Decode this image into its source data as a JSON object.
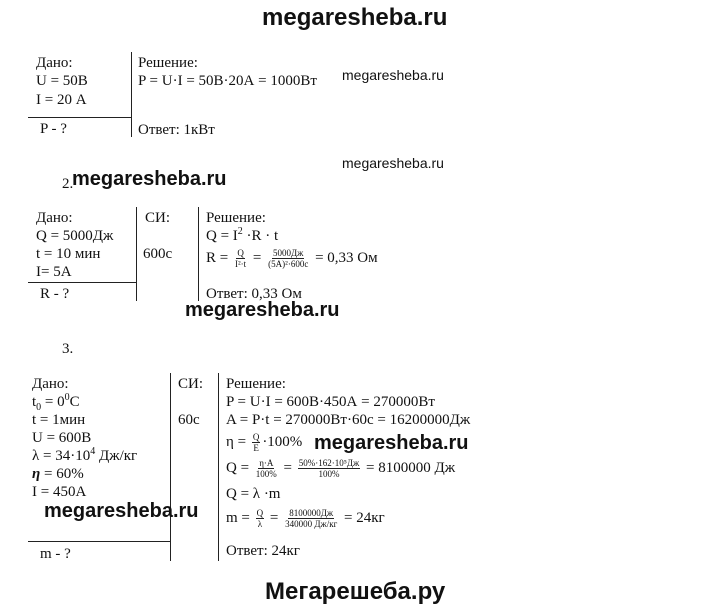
{
  "watermarks": {
    "top": "megaresheba.ru",
    "small": "megaresheba.ru",
    "bottom": "Мегарешеба.ру"
  },
  "p1": {
    "given_title": "Дано:",
    "given": [
      "U = 50В",
      "I = 20 А"
    ],
    "find": "P - ?",
    "solution_title": "Решение:",
    "solution": "P = U·I = 50В·20А = 1000Вт",
    "answer": "Ответ: 1кВт"
  },
  "p2": {
    "number": "2.",
    "given_title": "Дано:",
    "given": [
      "Q = 5000Дж",
      "t = 10 мин",
      "I= 5A"
    ],
    "find": "R - ?",
    "si_title": "СИ:",
    "si_value": "600с",
    "solution_title": "Решение:",
    "formula_lhs": "Q = I",
    "formula_sup": "2",
    "formula_rhs": " ·R · t",
    "r_lhs": "R =",
    "r_frac1_num": "Q",
    "r_frac1_den": "I²·t",
    "r_eq": "=",
    "r_frac2_num": "5000Дж",
    "r_frac2_den": "(5А)²·600с",
    "r_result": "= 0,33 Ом",
    "answer": "Ответ: 0,33 Ом"
  },
  "p3": {
    "number": "3.",
    "given_title": "Дано:",
    "t0_lhs": "t",
    "t0_sub": "0",
    "t0_mid": " = 0",
    "t0_sup": "0",
    "t0_unit": "С",
    "t": "t = 1мин",
    "u": "U = 600В",
    "lambda_lhs": "λ = 34·10",
    "lambda_sup": "4",
    "lambda_unit": " Дж/кг",
    "eta_sym": "η",
    "eta_val": " = 60%",
    "i": "I = 450А",
    "find": "m - ?",
    "si_title": "СИ:",
    "si_value": "60с",
    "solution_title": "Решение:",
    "s1": "P = U·I = 600В·450А = 270000Вт",
    "s2": "A = P·t = 270000Вт·60с = 16200000Дж",
    "eta_lhs": "η =",
    "eta_num": "Q",
    "eta_den": "E",
    "eta_tail": "·100%",
    "q_lhs": "Q =",
    "q_f1_num": "η·A",
    "q_f1_den": "100%",
    "q_eq": "=",
    "q_f2_num": "50%·162·10⁵Дж",
    "q_f2_den": "100%",
    "q_result": "= 8100000 Дж",
    "q2": "Q = λ ·m",
    "m_lhs": "m =",
    "m_f1_num": "Q",
    "m_f1_den": "λ",
    "m_eq": "=",
    "m_f2_num": "8100000Дж",
    "m_f2_den": "340000 Дж/кг",
    "m_result": "= 24кг",
    "answer": "Ответ: 24кг"
  }
}
